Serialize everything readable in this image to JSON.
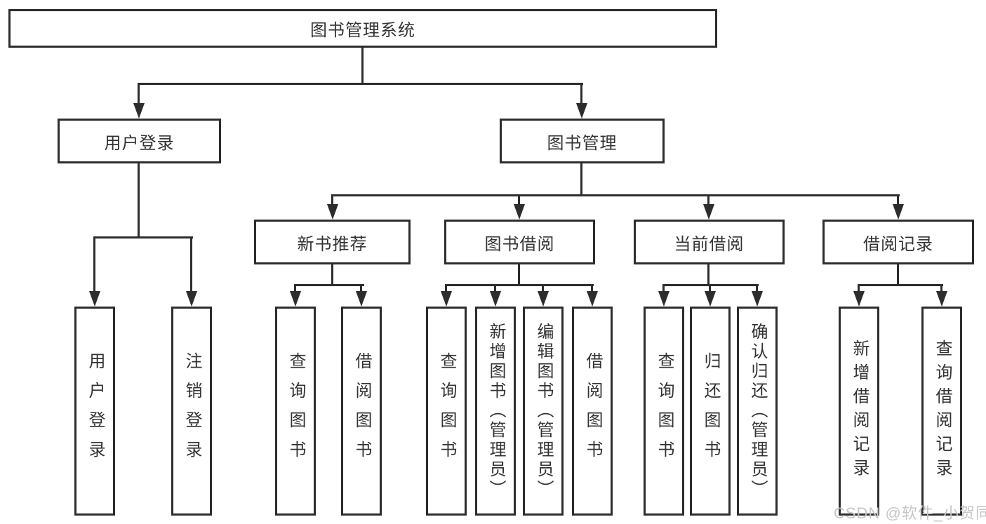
{
  "diagram": {
    "type": "hierarchy-tree",
    "root": {
      "label": "图书管理系统"
    },
    "login": {
      "label": "用户登录",
      "children": [
        {
          "label": "用户登录"
        },
        {
          "label": "注销登录"
        }
      ]
    },
    "management": {
      "label": "图书管理",
      "sections": [
        {
          "label": "新书推荐",
          "children": [
            {
              "label": "查询图书"
            },
            {
              "label": "借阅图书"
            }
          ]
        },
        {
          "label": "图书借阅",
          "children": [
            {
              "label": "查询图书"
            },
            {
              "label": "新增图书（管理员）"
            },
            {
              "label": "编辑图书（管理员）"
            },
            {
              "label": "借阅图书"
            }
          ]
        },
        {
          "label": "当前借阅",
          "children": [
            {
              "label": "查询图书"
            },
            {
              "label": "归还图书"
            },
            {
              "label": "确认归还（管理员）"
            }
          ]
        },
        {
          "label": "借阅记录",
          "children": [
            {
              "label": "新增借阅记录"
            },
            {
              "label": "查询借阅记录"
            }
          ]
        }
      ]
    }
  },
  "watermark": {
    "text": "CSDN @软件_小贺同学"
  },
  "colors": {
    "line": "#2d2d2d",
    "text": "#333333",
    "background": "#ffffff",
    "watermark": "#c6c6c6"
  }
}
